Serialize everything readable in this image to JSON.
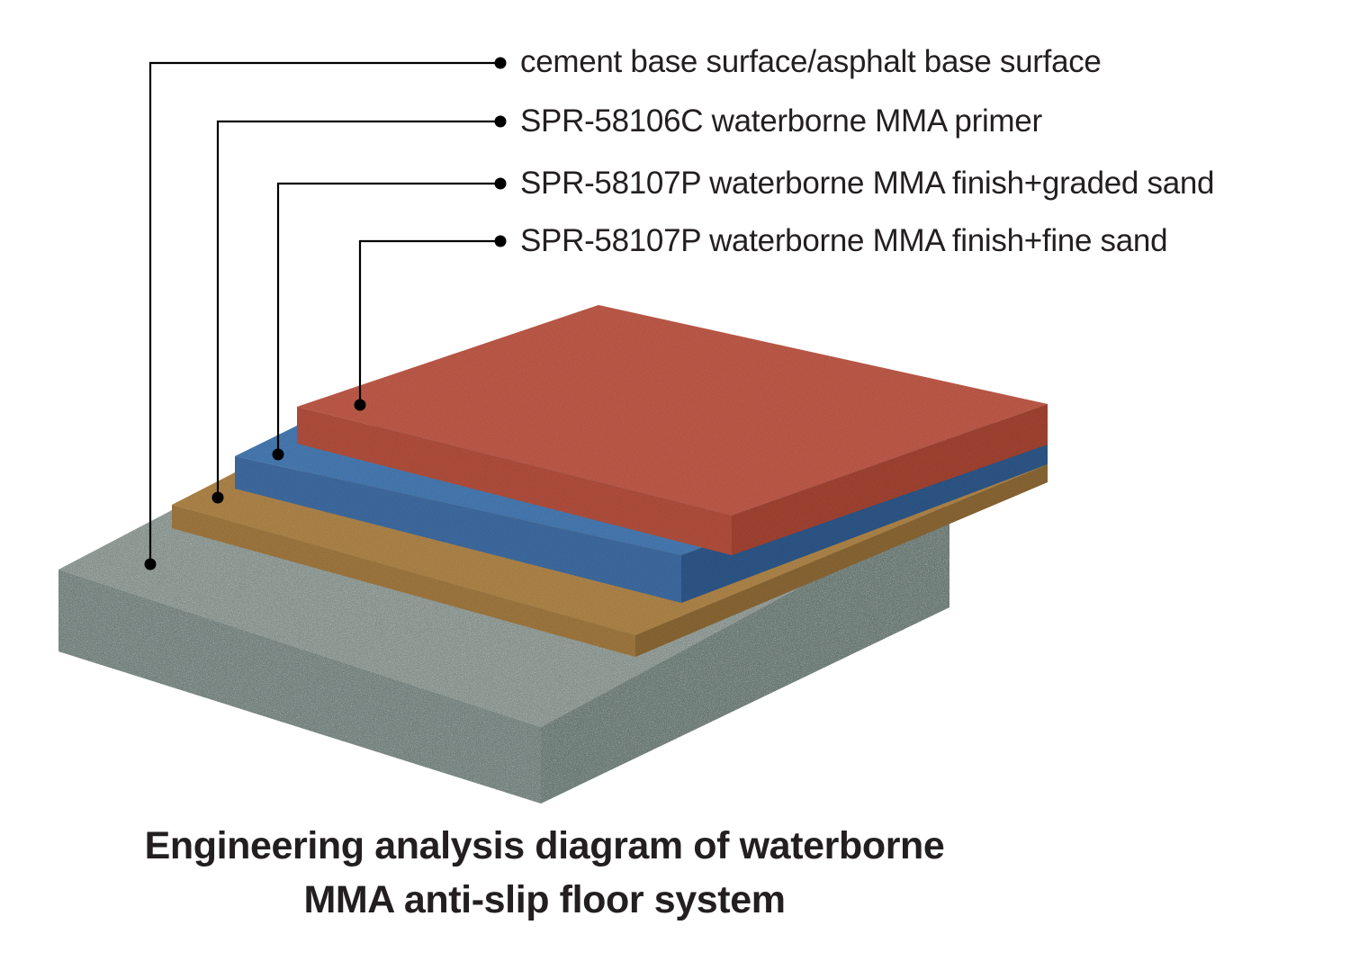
{
  "layers": [
    {
      "id": "cement-base",
      "label": "cement base surface/asphalt base surface",
      "color": "#8d9893"
    },
    {
      "id": "primer",
      "label": "SPR-58106C waterborne MMA primer",
      "color": "#b58a4c"
    },
    {
      "id": "finish-graded",
      "label": "SPR-58107P waterborne MMA finish+graded sand",
      "color": "#4a7fb9"
    },
    {
      "id": "finish-fine",
      "label": "SPR-58107P waterborne MMA finish+fine sand",
      "color": "#c65e4c"
    }
  ],
  "caption": {
    "line1": "Engineering analysis diagram of waterborne",
    "line2": "MMA anti-slip floor system"
  }
}
